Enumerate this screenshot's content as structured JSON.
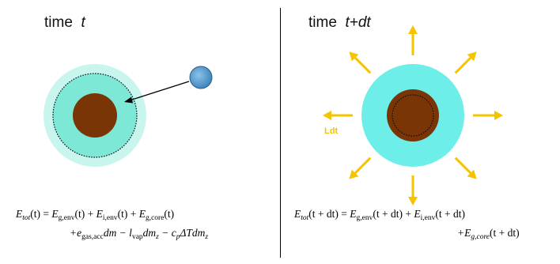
{
  "left_panel": {
    "title_word": "time",
    "title_var": "t",
    "equation_line1": {
      "lhs": "E",
      "lhs_sub": "tot",
      "lhs_arg": "(t) = ",
      "t1": "E",
      "t1_sub": "g,env",
      "t1_arg": "(t) + ",
      "t2": "E",
      "t2_sub": "i,env",
      "t2_arg": "(t) + ",
      "t3": "E",
      "t3_sub": "g,core",
      "t3_arg": "(t)"
    },
    "equation_line2": {
      "p1": "+e",
      "p1_sub": "gas,acc",
      "p1_rest": "dm − ",
      "p2": "l",
      "p2_sub": "vap",
      "p2_rest": "dm",
      "p2_sub2": "z",
      "p3": " − c",
      "p3_sub": "p",
      "p3_rest": "ΔTdm",
      "p3_sub2": "z"
    }
  },
  "right_panel": {
    "title_word": "time",
    "title_var": "t+dt",
    "ldt_label": "Ldt",
    "equation_line1": {
      "lhs": "E",
      "lhs_sub": "tot",
      "lhs_arg": "(t + dt) = ",
      "t1": "E",
      "t1_sub": "g,env",
      "t1_arg": "(t + dt) + ",
      "t2": "E",
      "t2_sub": "i,env",
      "t2_arg": "(t + dt)"
    },
    "equation_line2": {
      "t3": "+E",
      "t3_sub": "g,core",
      "t3_arg": "(t + dt)"
    }
  },
  "colors": {
    "envelope_outer_left": "#c8f6ee",
    "envelope_inner_left": "#7ee8d6",
    "core": "#7a3506",
    "planetesimal": "#5b9fd1",
    "envelope_right": "#6deee8",
    "arrows": "#f5c400"
  }
}
